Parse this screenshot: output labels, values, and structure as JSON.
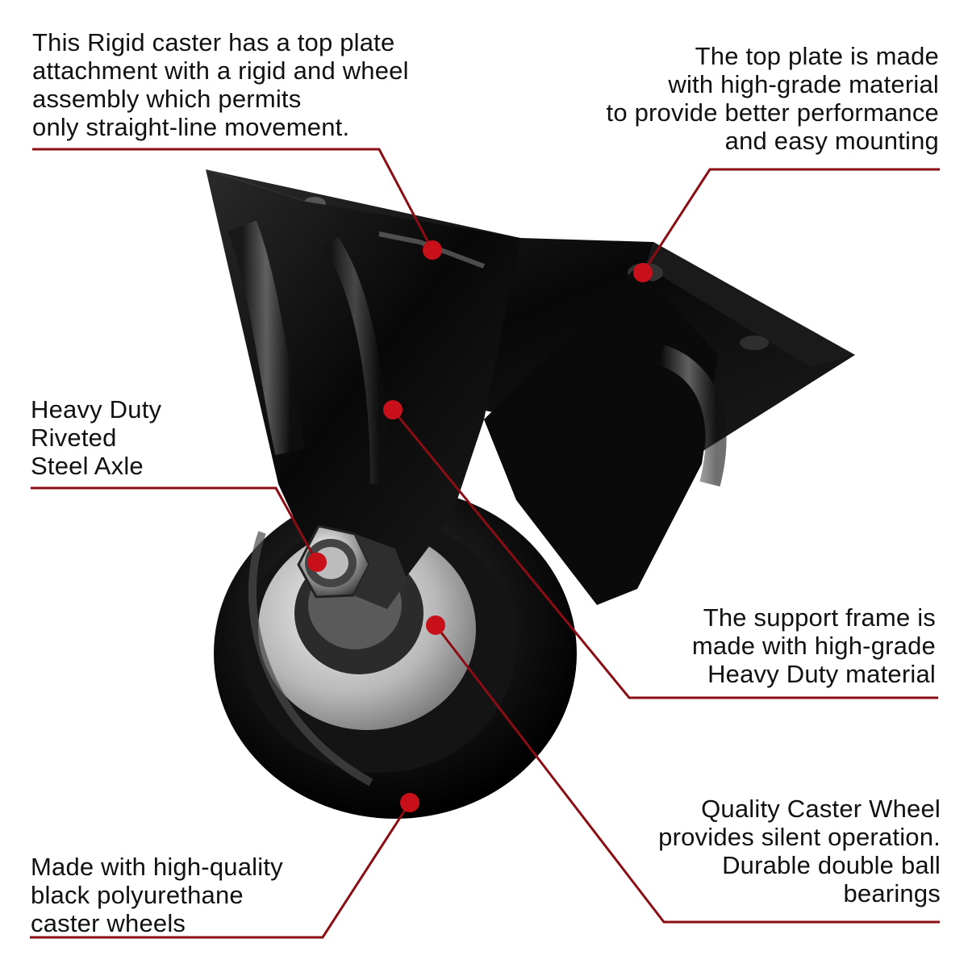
{
  "accent_color": "#c8101a",
  "leader_color": "#8b0d14",
  "callouts": {
    "top_left": {
      "lines": [
        "This Rigid caster has a top plate",
        "attachment with a rigid and wheel",
        "assembly which permits",
        "only straight-line movement."
      ]
    },
    "top_right": {
      "lines": [
        "The top plate is made",
        "with high-grade material",
        "to provide better performance",
        "and easy mounting"
      ]
    },
    "mid_left": {
      "lines": [
        "Heavy Duty",
        "Riveted",
        "Steel Axle"
      ]
    },
    "mid_right": {
      "lines": [
        "The support frame is",
        "made with high-grade",
        "Heavy Duty material"
      ]
    },
    "bottom_left": {
      "lines": [
        "Made with high-quality",
        "black polyurethane",
        "caster wheels"
      ]
    },
    "bottom_right": {
      "lines": [
        "Quality Caster Wheel",
        "provides silent operation.",
        "Durable double ball",
        "bearings"
      ]
    }
  }
}
